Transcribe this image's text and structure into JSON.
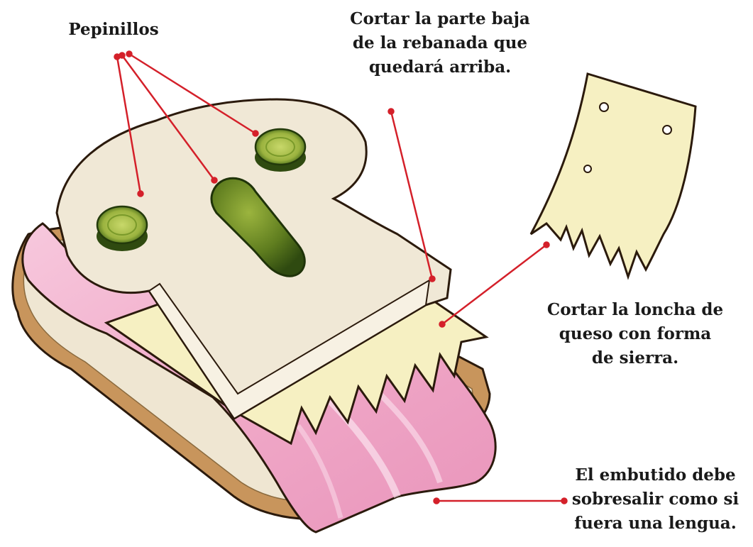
{
  "labels": {
    "pickles": "Pepinillos",
    "bread_cut": [
      "Cortar la parte baja",
      "de la rebanada que",
      "quedará arriba."
    ],
    "cheese_cut": [
      "Cortar la loncha de",
      "queso con forma",
      "de sierra."
    ],
    "meat_tongue": [
      "El embutido debe",
      "sobresalir como si",
      "fuera una lengua."
    ]
  },
  "colors": {
    "leader_line": "#d4202a",
    "bread": "#efe6d2",
    "crust": "#c8955c",
    "cheese": "#f6f0c2",
    "ham": "#f2b3cf",
    "pickle": "#5d7a1f"
  }
}
